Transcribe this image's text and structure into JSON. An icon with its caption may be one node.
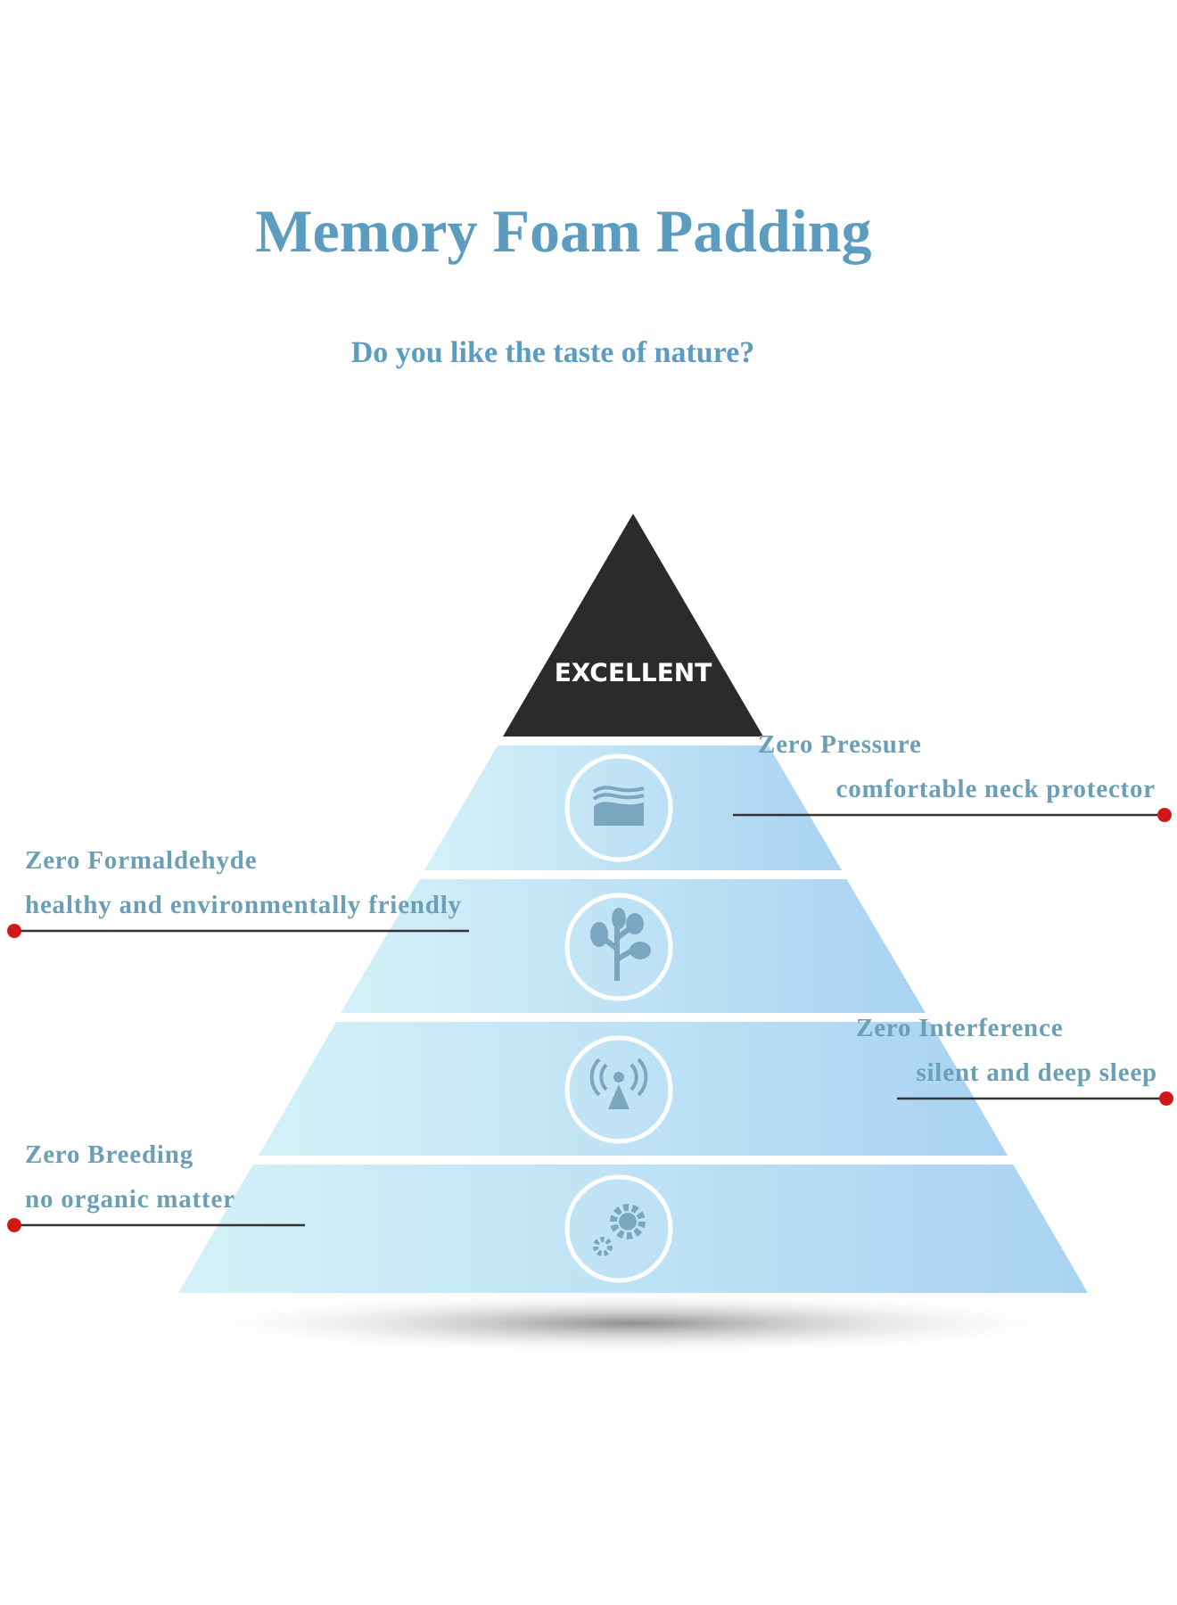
{
  "diagram": {
    "title": "Memory Foam Padding",
    "nodes": [
      {
        "text": [
          "EXCELLENT"
        ]
      },
      {
        "text": [],
        "shape": "bar"
      },
      {
        "text": [],
        "shape": "bar"
      },
      {
        "text": [],
        "shape": "bar"
      },
      {
        "text": [],
        "shape": "bar"
      },
      {
        "text": [
          "Zero Pressure",
          "comfortable neck protector"
        ]
      },
      {
        "text": [
          "Zero Formaldehyde",
          "healthy and environmentally friendly"
        ]
      },
      {
        "text": [
          "Zero Interference",
          "silent and deep sleep"
        ]
      },
      {
        "text": [
          "Zero Breeding",
          "no organic matter"
        ]
      }
    ],
    "edges": [
      {
        "from": 5,
        "to": 1,
        "arrow": "other"
      },
      {
        "from": 6,
        "to": 2,
        "arrow": "other"
      },
      {
        "from": 7,
        "to": 3,
        "arrow": "other"
      },
      {
        "from": 8,
        "to": 4,
        "arrow": "other"
      }
    ],
    "labels": [
      "Do you like the taste of nature?"
    ]
  }
}
